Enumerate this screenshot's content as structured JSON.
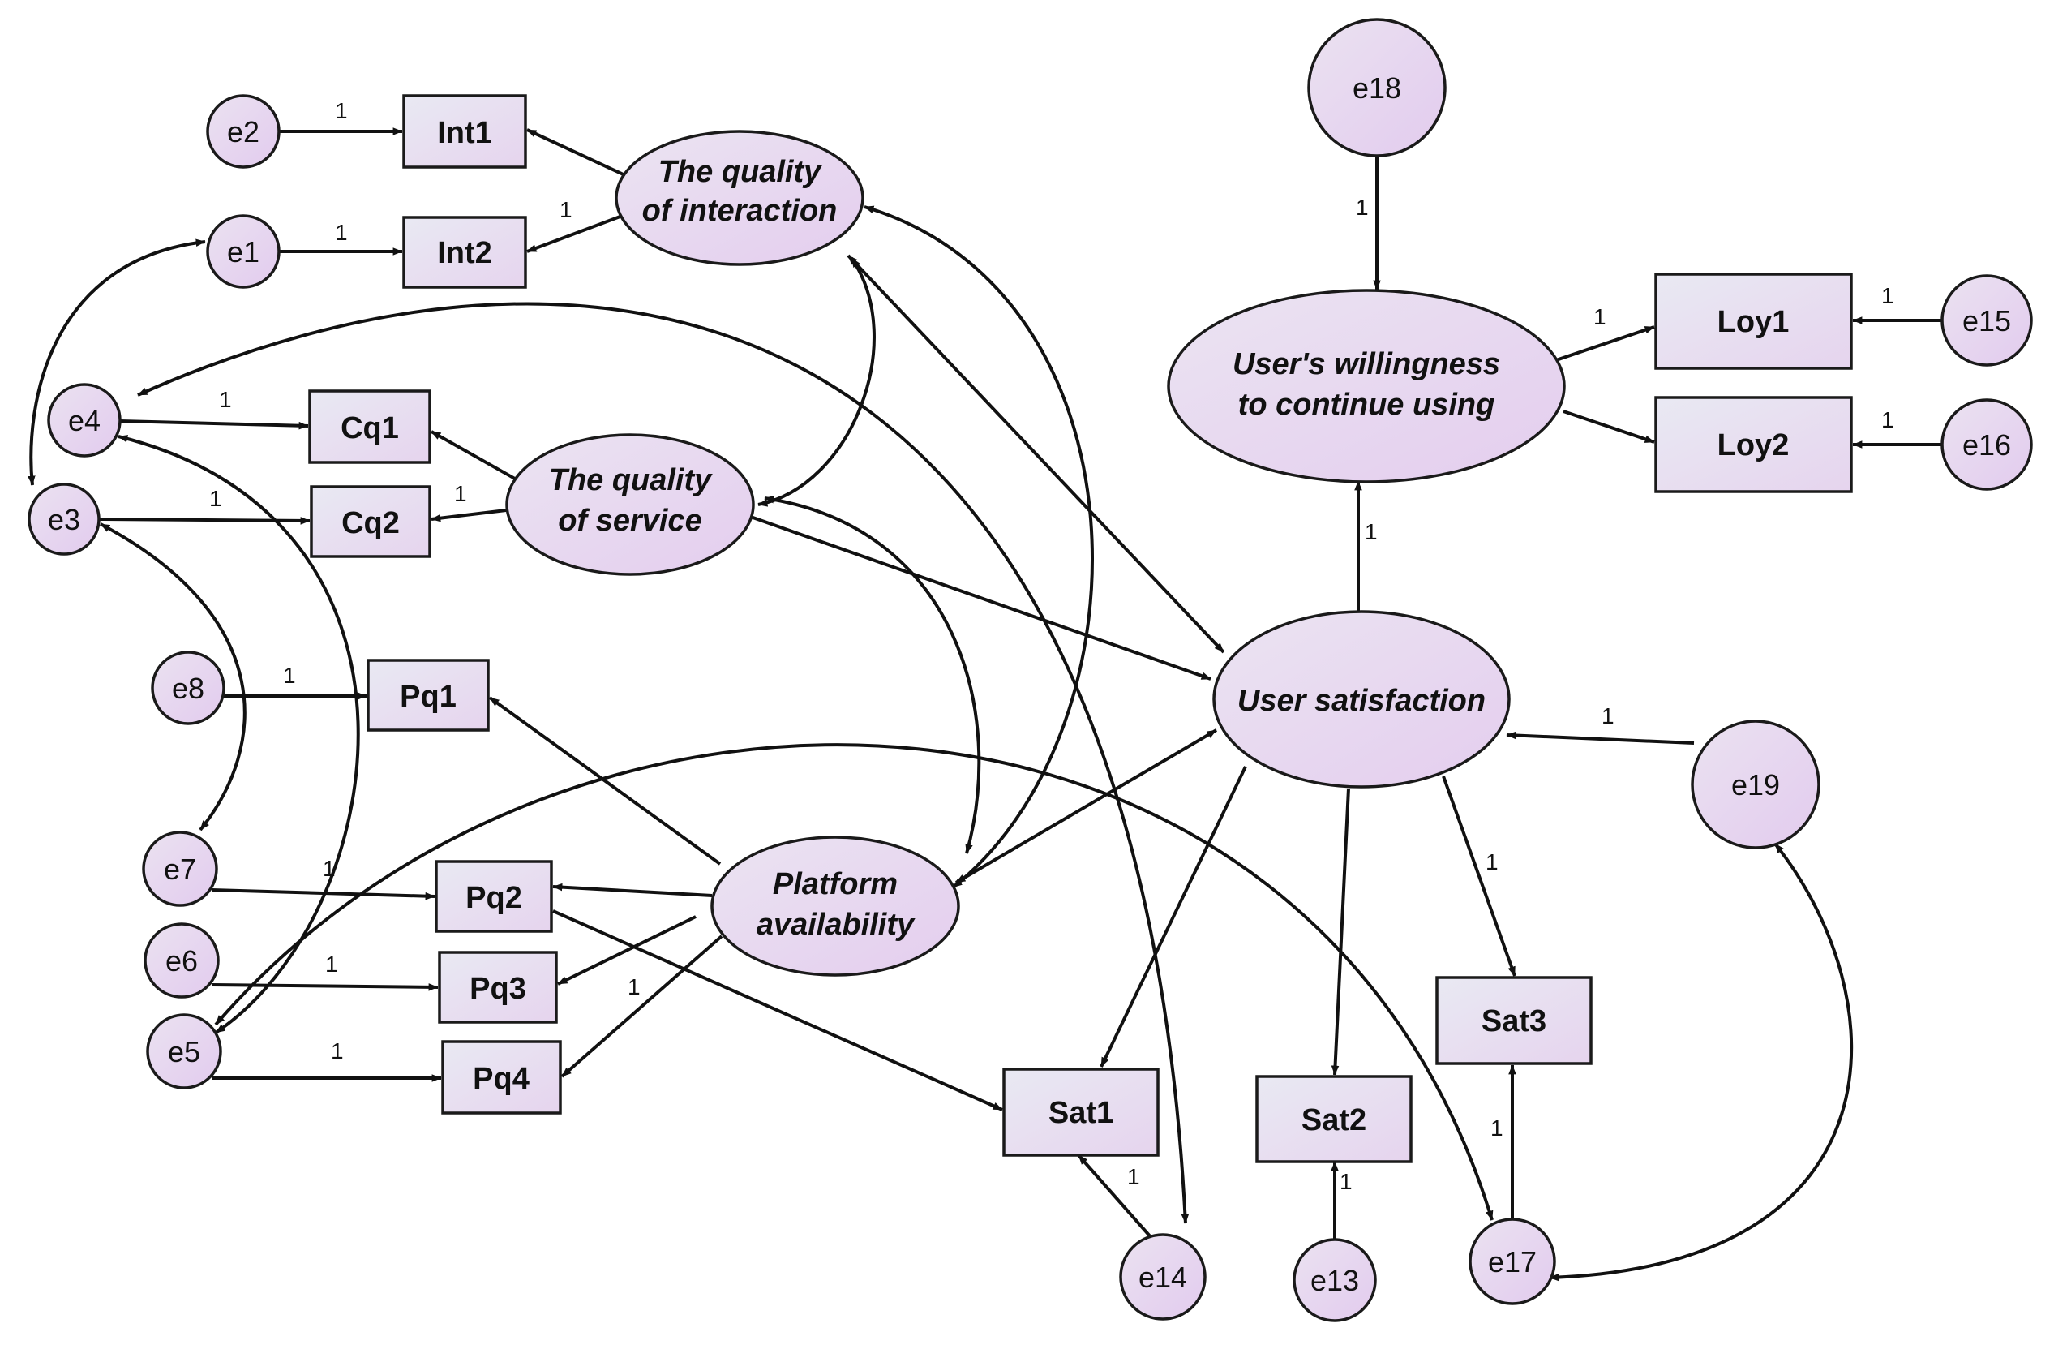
{
  "diagram": {
    "nodes": [
      {
        "id": "int1",
        "label": "Int1",
        "shape": "rect"
      },
      {
        "id": "int2",
        "label": "Int2",
        "shape": "rect"
      },
      {
        "id": "cq1",
        "label": "Cq1",
        "shape": "rect"
      },
      {
        "id": "cq2",
        "label": "Cq2",
        "shape": "rect"
      },
      {
        "id": "pq1",
        "label": "Pq1",
        "shape": "rect"
      },
      {
        "id": "pq2",
        "label": "Pq2",
        "shape": "rect"
      },
      {
        "id": "pq3",
        "label": "Pq3",
        "shape": "rect"
      },
      {
        "id": "pq4",
        "label": "Pq4",
        "shape": "rect"
      },
      {
        "id": "sat1",
        "label": "Sat1",
        "shape": "rect"
      },
      {
        "id": "sat2",
        "label": "Sat2",
        "shape": "rect"
      },
      {
        "id": "sat3",
        "label": "Sat3",
        "shape": "rect"
      },
      {
        "id": "loy1",
        "label": "Loy1",
        "shape": "rect"
      },
      {
        "id": "loy2",
        "label": "Loy2",
        "shape": "rect"
      },
      {
        "id": "qi",
        "label": "The quality of interaction",
        "lines": [
          "The quality",
          "of interaction"
        ],
        "shape": "ellipse"
      },
      {
        "id": "qs",
        "label": "The quality of service",
        "lines": [
          "The quality",
          "of service"
        ],
        "shape": "ellipse"
      },
      {
        "id": "pa",
        "label": "Platform availability",
        "lines": [
          "Platform",
          "availability"
        ],
        "shape": "ellipse"
      },
      {
        "id": "us",
        "label": "User satisfaction",
        "lines": [
          "User satisfaction"
        ],
        "shape": "ellipse"
      },
      {
        "id": "uw",
        "label": "User's willingness to continue using",
        "lines": [
          "User's willingness",
          "to continue using"
        ],
        "shape": "ellipse"
      },
      {
        "id": "e1",
        "label": "e1",
        "shape": "circle"
      },
      {
        "id": "e2",
        "label": "e2",
        "shape": "circle"
      },
      {
        "id": "e3",
        "label": "e3",
        "shape": "circle"
      },
      {
        "id": "e4",
        "label": "e4",
        "shape": "circle"
      },
      {
        "id": "e5",
        "label": "e5",
        "shape": "circle"
      },
      {
        "id": "e6",
        "label": "e6",
        "shape": "circle"
      },
      {
        "id": "e7",
        "label": "e7",
        "shape": "circle"
      },
      {
        "id": "e8",
        "label": "e8",
        "shape": "circle"
      },
      {
        "id": "e13",
        "label": "e13",
        "shape": "circle"
      },
      {
        "id": "e14",
        "label": "e14",
        "shape": "circle"
      },
      {
        "id": "e15",
        "label": "e15",
        "shape": "circle"
      },
      {
        "id": "e16",
        "label": "e16",
        "shape": "circle"
      },
      {
        "id": "e17",
        "label": "e17",
        "shape": "circle"
      },
      {
        "id": "e18",
        "label": "e18",
        "shape": "circle"
      },
      {
        "id": "e19",
        "label": "e19",
        "shape": "circle"
      }
    ],
    "edges": [
      {
        "from": "e2",
        "to": "int1",
        "label": "1"
      },
      {
        "from": "e1",
        "to": "int2",
        "label": "1"
      },
      {
        "from": "qi",
        "to": "int1",
        "label": ""
      },
      {
        "from": "qi",
        "to": "int2",
        "label": "1"
      },
      {
        "from": "e4",
        "to": "cq1",
        "label": "1"
      },
      {
        "from": "e3",
        "to": "cq2",
        "label": "1"
      },
      {
        "from": "qs",
        "to": "cq1",
        "label": ""
      },
      {
        "from": "qs",
        "to": "cq2",
        "label": "1"
      },
      {
        "from": "e8",
        "to": "pq1",
        "label": "1"
      },
      {
        "from": "e7",
        "to": "pq2",
        "label": "1"
      },
      {
        "from": "e6",
        "to": "pq3",
        "label": "1"
      },
      {
        "from": "e5",
        "to": "pq4",
        "label": "1"
      },
      {
        "from": "pa",
        "to": "pq1",
        "label": ""
      },
      {
        "from": "pa",
        "to": "pq2",
        "label": ""
      },
      {
        "from": "pa",
        "to": "pq3",
        "label": ""
      },
      {
        "from": "pa",
        "to": "pq4",
        "label": "1"
      },
      {
        "from": "qs",
        "to": "us",
        "label": ""
      },
      {
        "from": "pq2",
        "to": "sat1",
        "label": ""
      },
      {
        "from": "us",
        "to": "sat1",
        "label": ""
      },
      {
        "from": "us",
        "to": "sat2",
        "label": ""
      },
      {
        "from": "us",
        "to": "sat3",
        "label": "1"
      },
      {
        "from": "e14",
        "to": "sat1",
        "label": "1"
      },
      {
        "from": "e13",
        "to": "sat2",
        "label": "1"
      },
      {
        "from": "e17",
        "to": "sat3",
        "label": "1"
      },
      {
        "from": "e19",
        "to": "us",
        "label": "1"
      },
      {
        "from": "us",
        "to": "uw",
        "label": "1"
      },
      {
        "from": "e18",
        "to": "uw",
        "label": "1"
      },
      {
        "from": "uw",
        "to": "loy1",
        "label": "1"
      },
      {
        "from": "uw",
        "to": "loy2",
        "label": ""
      },
      {
        "from": "e15",
        "to": "loy1",
        "label": "1"
      },
      {
        "from": "e16",
        "to": "loy2",
        "label": "1"
      }
    ],
    "covariances": [
      {
        "between": [
          "e1",
          "e3"
        ]
      },
      {
        "between": [
          "e3",
          "e7"
        ]
      },
      {
        "between": [
          "e4",
          "e5"
        ]
      },
      {
        "between": [
          "e4",
          "e14"
        ]
      },
      {
        "between": [
          "e5",
          "e17"
        ]
      },
      {
        "between": [
          "e17",
          "e19"
        ]
      },
      {
        "between": [
          "qi",
          "qs"
        ]
      },
      {
        "between": [
          "qi",
          "us"
        ]
      },
      {
        "between": [
          "qi",
          "pa"
        ]
      },
      {
        "between": [
          "qs",
          "pa"
        ]
      },
      {
        "between": [
          "pa",
          "us"
        ]
      }
    ],
    "standalone_labels": [
      "1"
    ]
  }
}
